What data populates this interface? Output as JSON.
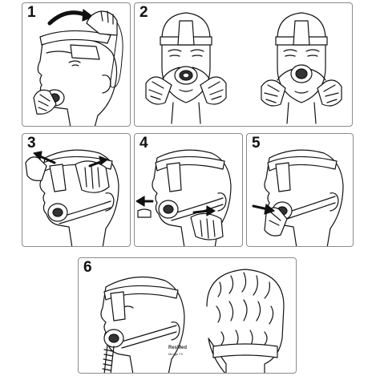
{
  "steps": [
    {
      "number": "1"
    },
    {
      "number": "2"
    },
    {
      "number": "3"
    },
    {
      "number": "4"
    },
    {
      "number": "5"
    },
    {
      "number": "6"
    }
  ],
  "headgear_label": {
    "brand": "ResMed",
    "model": "Mirage FX"
  },
  "colors": {
    "line": "#111111",
    "border": "#8c8c8c",
    "mask_dark": "#333333",
    "background": "#ffffff"
  },
  "icons": [
    "arrow-icon",
    "head-icon",
    "mask-icon",
    "hand-icon",
    "headgear-icon",
    "tube-icon"
  ]
}
